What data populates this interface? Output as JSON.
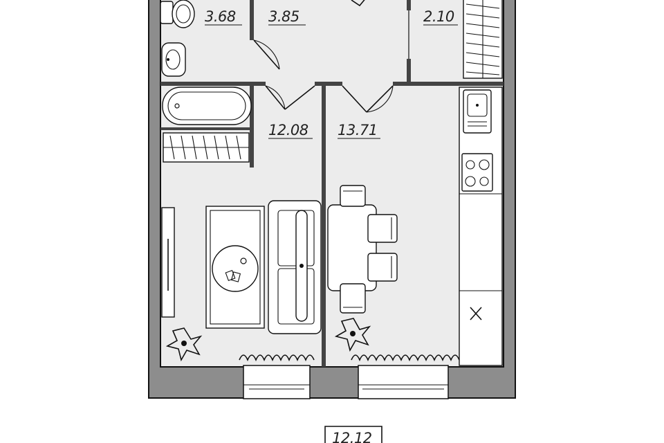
{
  "rooms": {
    "bathroom_area": "3.68",
    "hall_area": "3.85",
    "storage_area": "2.10",
    "living_room_area": "12.08",
    "kitchen_area": "13.71"
  },
  "balcony": {
    "area": "12.12"
  },
  "icons": [
    "toilet-icon",
    "sink-icon",
    "bathtub-icon",
    "wardrobe-icon",
    "sofa-icon",
    "coffee-table-icon",
    "rug-icon",
    "tv-icon",
    "plant-icon",
    "dining-table-icon",
    "chair-icon",
    "stove-icon",
    "kitchen-sink-icon",
    "fridge-icon",
    "curtain-icon",
    "window-icon",
    "door-icon"
  ]
}
